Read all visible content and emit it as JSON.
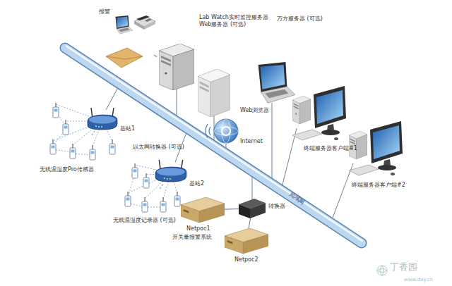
{
  "diagram": {
    "nodes": [
      {
        "text": [
          "报警"
        ]
      },
      {
        "text": [
          "Lab Watch实时监控服务器 Web服务器 (可选)"
        ]
      },
      {
        "text": [
          "万方服务器 (可选)"
        ]
      },
      {
        "text": [
          "Internet"
        ]
      },
      {
        "text": [
          "Web浏览器"
        ]
      },
      {
        "text": [
          "终端服务器客户端#1"
        ]
      },
      {
        "text": [
          "终端服务器客户端#2"
        ]
      },
      {
        "text": [
          "基站1"
        ]
      },
      {
        "text": [
          "无线温湿度Pro传感器"
        ]
      },
      {
        "text": [
          "基站2"
        ]
      },
      {
        "text": [
          "无线温湿度记录器 (可选)"
        ]
      },
      {
        "text": [
          "转换器"
        ]
      },
      {
        "text": [
          "Netpoc1",
          "开关量报警系统"
        ]
      },
      {
        "text": [
          "Netpoc2"
        ]
      }
    ],
    "edges": [
      {
        "from": 0,
        "to": 1,
        "arrow": "none"
      },
      {
        "from": 8,
        "to": 7,
        "arrow": "none"
      },
      {
        "from": 10,
        "to": 9,
        "arrow": "none"
      },
      {
        "from": 11,
        "to": 12,
        "arrow": "none"
      },
      {
        "from": 11,
        "to": 13,
        "arrow": "none"
      }
    ],
    "labels": [
      "局域网",
      "以太网转换器 (可选)",
      "丁香园",
      "www.dxy.cn"
    ]
  }
}
